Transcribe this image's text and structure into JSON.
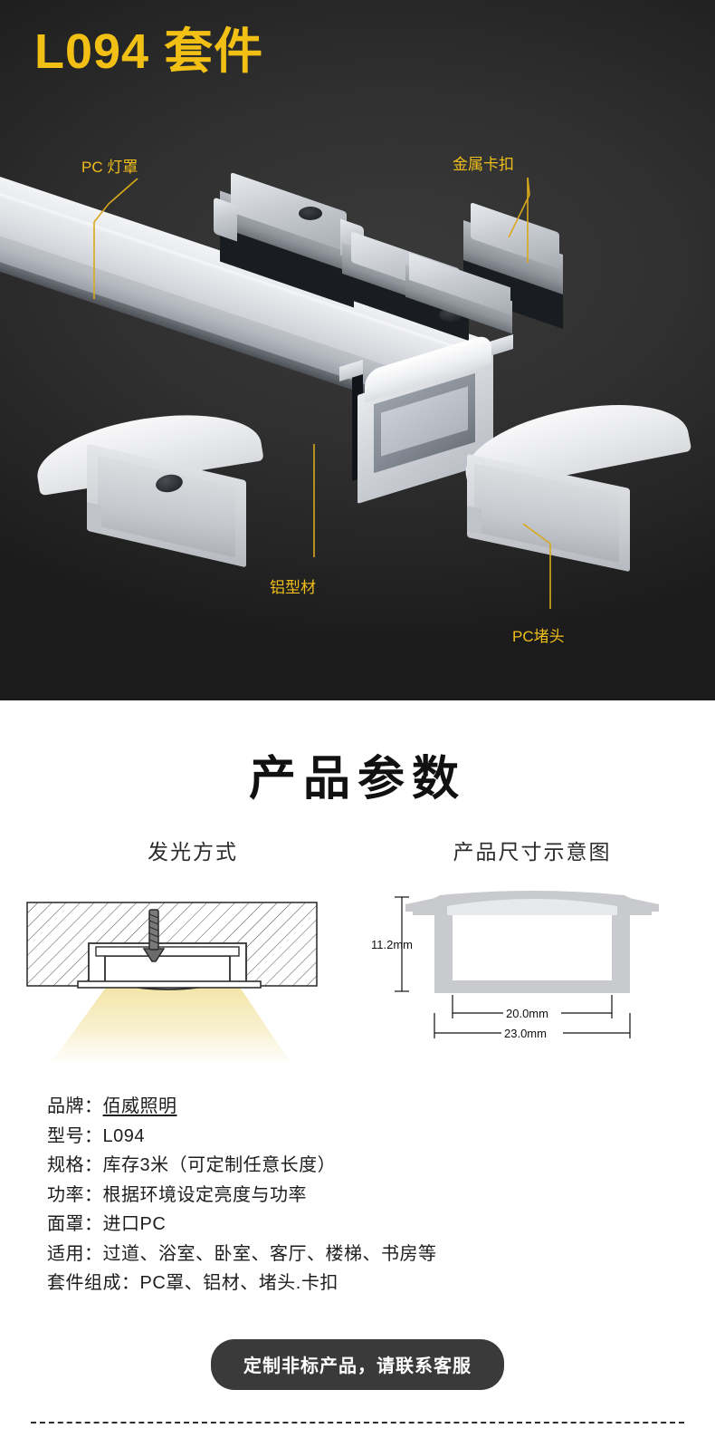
{
  "hero": {
    "title": "L094 套件",
    "title_color": "#F2C014",
    "background_color": "#2b2b2b",
    "labels": [
      {
        "id": "pc-cover",
        "text": "PC 灯罩"
      },
      {
        "id": "metal-clip",
        "text": "金属卡扣"
      },
      {
        "id": "aluminium",
        "text": "铝型材"
      },
      {
        "id": "end-cap",
        "text": "PC堵头"
      }
    ]
  },
  "params": {
    "section_title": "产品参数",
    "lighting": {
      "heading": "发光方式",
      "diagram_name": "recessed-mount-cross-section",
      "light_color": "#F2E3A8"
    },
    "dimensions": {
      "heading": "产品尺寸示意图",
      "height": "11.2mm",
      "inner_width": "20.0mm",
      "outer_width": "23.0mm"
    }
  },
  "specs": [
    {
      "label": "品牌：",
      "value": "佰威照明",
      "underline": true
    },
    {
      "label": "型号：",
      "value": "L094",
      "underline": false
    },
    {
      "label": "规格：",
      "value": "库存3米（可定制任意长度）",
      "underline": false
    },
    {
      "label": "功率：",
      "value": "根据环境设定亮度与功率",
      "underline": false
    },
    {
      "label": "面罩：",
      "value": "进口PC",
      "underline": false
    },
    {
      "label": "适用：",
      "value": "过道、浴室、卧室、客厅、楼梯、书房等",
      "underline": false
    },
    {
      "label": "套件组成：",
      "value": "PC罩、铝材、堵头.卡扣",
      "underline": false
    }
  ],
  "cta": {
    "label": "定制非标产品，请联系客服",
    "background": "#3a3a3a"
  }
}
